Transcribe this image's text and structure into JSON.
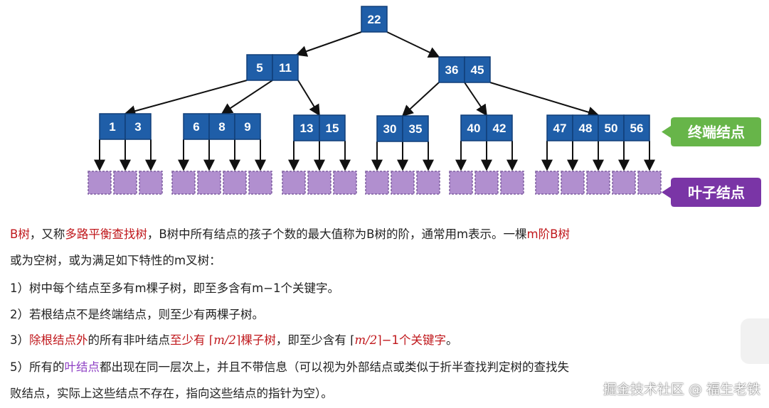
{
  "tree": {
    "root": [
      "22"
    ],
    "level2": [
      [
        "5",
        "11"
      ],
      [
        "36",
        "45"
      ]
    ],
    "terminal": [
      [
        "1",
        "3"
      ],
      [
        "6",
        "8",
        "9"
      ],
      [
        "13",
        "15"
      ],
      [
        "30",
        "35"
      ],
      [
        "40",
        "42"
      ],
      [
        "47",
        "48",
        "50",
        "56"
      ]
    ]
  },
  "labels": {
    "terminal_node": "终端结点",
    "leaf_node": "叶子结点"
  },
  "colors": {
    "node_fill": "#1f5ea8",
    "node_stroke": "#103f78",
    "leaf_fill": "#b18fcf",
    "terminal_tag": "#67b549",
    "leaf_tag": "#7a35a6",
    "highlight_red": "#c0181c",
    "highlight_purple": "#8e3fc4"
  },
  "text": {
    "line1": {
      "a": "B树",
      "b": "，又称",
      "c": "多路平衡查找树",
      "d": "，B树中所有结点的孩子个数的最大值称为B树的阶，通常用m表示。一棵",
      "e": "m阶B树"
    },
    "line2": "或为空树，或为满足如下特性的m叉树：",
    "line3": "1）树中每个结点至多有m棵子树，即至多含有m−1个关键字。",
    "line4": "2）若根结点不是终端结点，则至少有两棵子树。",
    "line5": {
      "a": "3）",
      "b": "除根结点外",
      "c": "的所有非叶结点",
      "d": "至少有 ⌈",
      "e": "m/2",
      "f": "⌉棵子树",
      "g": "，即至少含有 ⌈",
      "h": "m/2",
      "i": "⌉−1个关键字",
      "j": "。"
    },
    "line6": {
      "a": "5）所有的",
      "b": "叶结点",
      "c": "都出现在同一层次上，并且不带信息（可以视为外部结点或类似于折半查找判定树的查找失"
    },
    "line7": "败结点，实际上这些结点不存在，指向这些结点的指针为空）。"
  },
  "watermark": "掘金技术社区 @ 福生老铁"
}
